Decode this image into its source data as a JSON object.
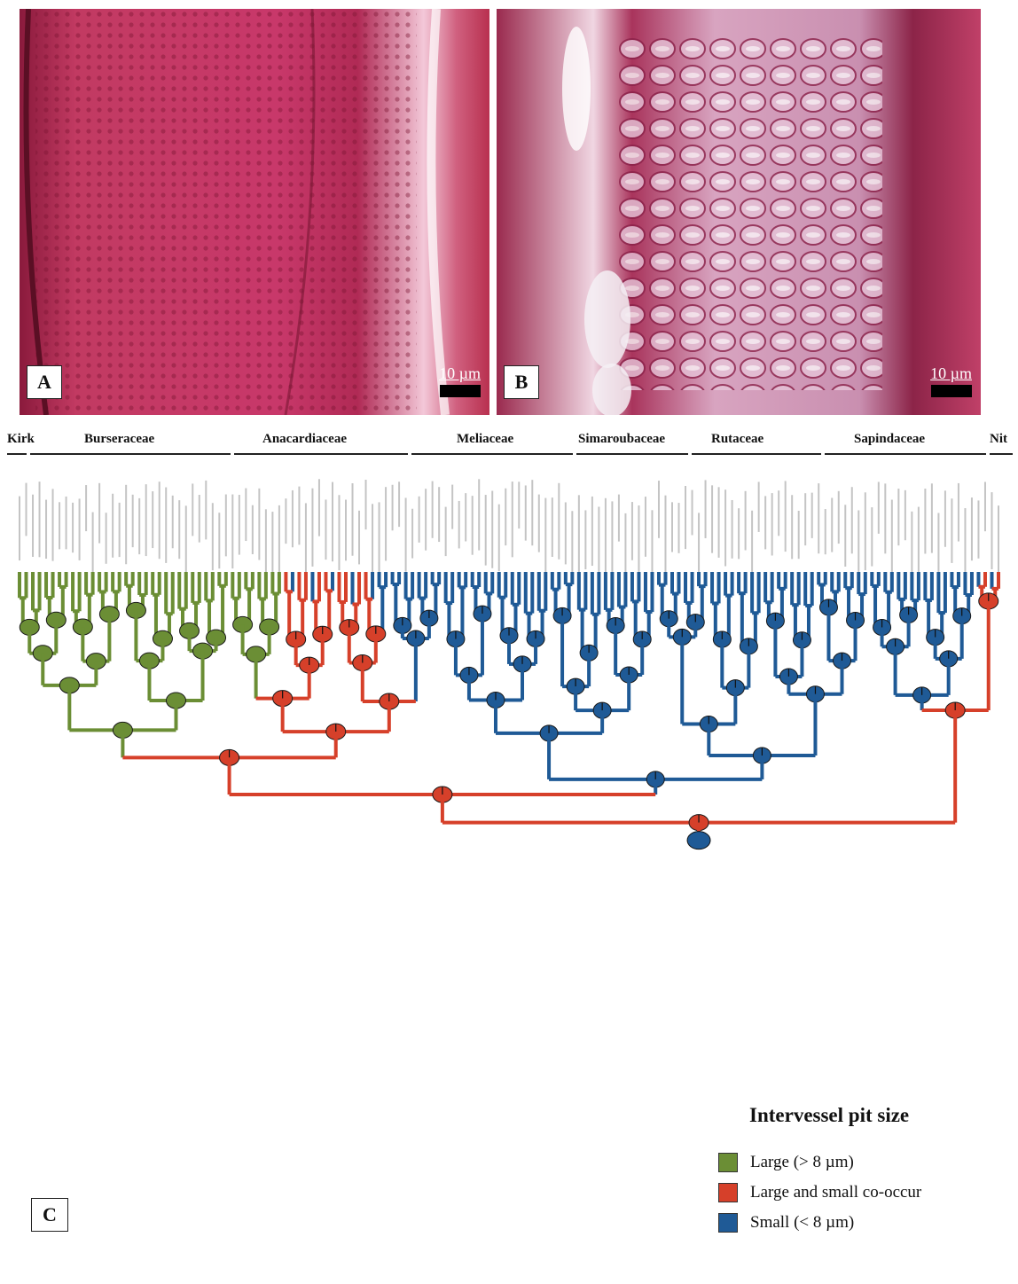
{
  "panels": [
    {
      "label": "A",
      "scale_text": "10 µm"
    },
    {
      "label": "B",
      "scale_text": "10 µm"
    }
  ],
  "families": [
    {
      "name": "Kirk"
    },
    {
      "name": "Burseraceae"
    },
    {
      "name": "Anacardiaceae"
    },
    {
      "name": "Meliaceae"
    },
    {
      "name": "Simaroubaceae"
    },
    {
      "name": "Rutaceae"
    },
    {
      "name": "Sapindaceae"
    },
    {
      "name": "Nit"
    }
  ],
  "colors": {
    "large": "#6b8e35",
    "both": "#d6402a",
    "small": "#1f5a96"
  },
  "tip_counts": {
    "large": 40,
    "both": 13,
    "small": 95
  },
  "legend": {
    "title": "Intervessel pit size",
    "items": [
      {
        "label": "Large (> 8 µm)",
        "state": "large"
      },
      {
        "label": "Large and small co-occur",
        "state": "both"
      },
      {
        "label": "Small (< 8 µm)",
        "state": "small"
      }
    ]
  },
  "panel_c_label": "C"
}
